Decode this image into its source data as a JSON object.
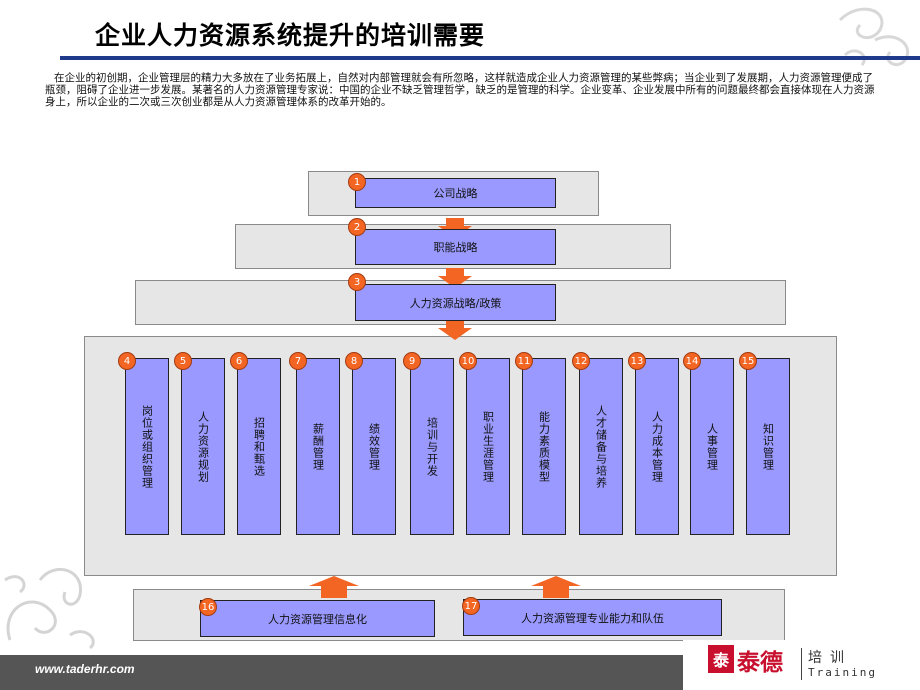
{
  "page": {
    "title": "企业人力资源系统提升的培训需要",
    "intro": "在企业的初创期，企业管理层的精力大多放在了业务拓展上，自然对内部管理就会有所忽略，这样就造成企业人力资源管理的某些弊病；当企业到了发展期，人力资源管理便成了瓶颈，阻碍了企业进一步发展。某著名的人力资源管理专家说：中国的企业不缺乏管理哲学，缺乏的是管理的科学。企业变革、企业发展中所有的问题最终都会直接体现在人力资源身上，所以企业的二次或三次创业都是从人力资源管理体系的改革开始的。"
  },
  "diagram": {
    "top": [
      {
        "num": "1",
        "label": "公司战略"
      },
      {
        "num": "2",
        "label": "职能战略"
      },
      {
        "num": "3",
        "label": "人力资源战略/政策"
      }
    ],
    "functions": [
      {
        "num": "4",
        "label": "岗位或组织管理"
      },
      {
        "num": "5",
        "label": "人力资源规划"
      },
      {
        "num": "6",
        "label": "招聘和甄选"
      },
      {
        "num": "7",
        "label": "薪酬管理"
      },
      {
        "num": "8",
        "label": "绩效管理"
      },
      {
        "num": "9",
        "label": "培训与开发"
      },
      {
        "num": "10",
        "label": "职业生涯管理"
      },
      {
        "num": "11",
        "label": "能力素质模型"
      },
      {
        "num": "12",
        "label": "人才储备与培养"
      },
      {
        "num": "13",
        "label": "人力成本管理"
      },
      {
        "num": "14",
        "label": "人事管理"
      },
      {
        "num": "15",
        "label": "知识管理"
      }
    ],
    "bottom": [
      {
        "num": "16",
        "label": "人力资源管理信息化"
      },
      {
        "num": "17",
        "label": "人力资源管理专业能力和队伍"
      }
    ]
  },
  "footer": {
    "url": "www.taderhr.com",
    "logo_mark": "泰",
    "logo_name": "泰德",
    "logo_cn": "培训",
    "logo_en": "Training"
  },
  "colors": {
    "box_fill": "#9999ff",
    "band_fill": "#e6e6e6",
    "arrow": "#f26522",
    "badge": "#f26522",
    "title_rule": "#1f3a8a",
    "brand": "#c8102e"
  }
}
